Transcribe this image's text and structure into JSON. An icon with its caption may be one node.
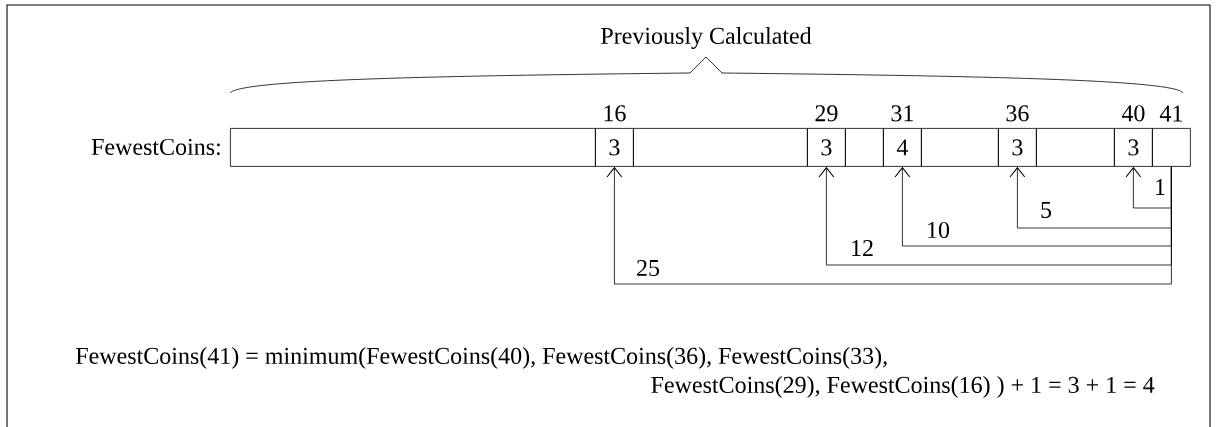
{
  "diagram": {
    "nodes": [
      {
        "text": [],
        "shape": "box"
      },
      {
        "text": [
          "3"
        ],
        "beside": [
          "16"
        ]
      },
      {
        "text": [],
        "shape": "box"
      },
      {
        "text": [
          "3"
        ],
        "beside": [
          "29"
        ]
      },
      {
        "text": [],
        "shape": "box"
      },
      {
        "text": [
          "4"
        ],
        "beside": [
          "31"
        ]
      },
      {
        "text": [],
        "shape": "box"
      },
      {
        "text": [
          "3"
        ],
        "beside": [
          "36"
        ]
      },
      {
        "text": [],
        "shape": "box"
      },
      {
        "text": [
          "3"
        ],
        "beside": [
          "40"
        ]
      },
      {
        "text": [],
        "shape": "box",
        "beside": [
          "41"
        ]
      }
    ],
    "edges": [
      {
        "from": 10,
        "to": 9,
        "arrow": "to",
        "label": "1"
      },
      {
        "from": 10,
        "to": 7,
        "arrow": "to",
        "label": "5"
      },
      {
        "from": 10,
        "to": 5,
        "arrow": "to",
        "label": "10"
      },
      {
        "from": 10,
        "to": 3,
        "arrow": "to",
        "label": "12"
      },
      {
        "from": 10,
        "to": 1,
        "arrow": "to",
        "label": "25"
      }
    ],
    "labels": [
      "Previously Calculated",
      "FewestCoins:",
      "FewestCoins(41) = minimum(FewestCoins(40), FewestCoins(36), FewestCoins(33),",
      "FewestCoins(29), FewestCoins(16) ) + 1 = 3 + 1 = 4"
    ]
  }
}
